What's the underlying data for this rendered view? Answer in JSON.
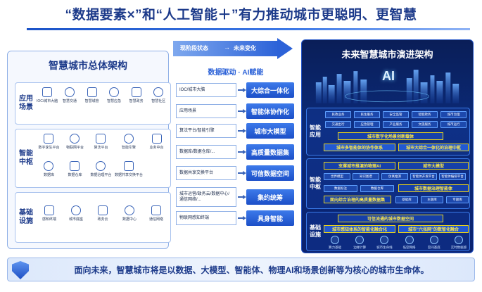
{
  "title": "“数据要素×”和“人工智能＋”有力推动城市更聪明、更智慧",
  "left": {
    "title": "智慧城市总体架构",
    "layers": [
      {
        "label": "应用场景",
        "items": [
          "IOC/城市大脑",
          "智慧交通",
          "智慧城管",
          "智慧应急",
          "智慧政务",
          "智慧社区"
        ]
      },
      {
        "label": "智能中枢",
        "items": [
          "数字孪生平台",
          "物联网平台",
          "算法平台",
          "智能引擎",
          "业务中台",
          "数据库",
          "数据仓库",
          "数据治理平台",
          "数据共享交换平台"
        ]
      },
      {
        "label": "基础设施",
        "items": [
          "感知终端",
          "城市底座",
          "政务云",
          "数据中心",
          "通信网络"
        ]
      }
    ]
  },
  "banner": {
    "from": "现阶段状态",
    "arrow": "→",
    "to": "未来变化"
  },
  "subtitle": "数据驱动 · AI赋能",
  "mapping": [
    {
      "from": "IOC/城市大脑",
      "to": "大综合一体化"
    },
    {
      "from": "应用场景",
      "to": "智能体协作化"
    },
    {
      "from": "算法平台/智能引擎",
      "to": "城市大模型"
    },
    {
      "from": "数据库/数据仓库/...",
      "to": "高质量数据集"
    },
    {
      "from": "数据共享交换平台",
      "to": "可信数据空间"
    },
    {
      "from": "城市运营/政务云/数据中心/通信网络/...",
      "to": "集约统筹"
    },
    {
      "from": "物联网感知终端",
      "to": "具身智能"
    }
  ],
  "right": {
    "title": "未来智慧城市演进架构",
    "ai": "AI",
    "app": {
      "label": "智能应用",
      "chips": [
        "民政业务",
        "民生服务",
        "安全监管",
        "智能政务",
        "城市治理",
        "交通出行",
        "应急管理",
        "产业服务",
        "文旅服务",
        "城市运行"
      ],
      "bar1": "城市数字化场景创新载体",
      "bar2a": "城市多智能体的协作体系",
      "bar2b": "城市大综合一体化的治理中枢"
    },
    "hub": {
      "label": "智能中枢",
      "bar1a": "支撑城市推演的物理AI",
      "bar1b": "城市大模型",
      "chips1": [
        "世界模型",
        "知识图谱",
        "仿真推演",
        "智能体开发平台",
        "智能体编排平台"
      ],
      "chips2": [
        "数据标注",
        "数据仓库"
      ],
      "bar2": "城市数据治理智能体",
      "bar3": "面向综合治理的高质量数据集",
      "chips3": [
        "基础库",
        "主题库",
        "专题库"
      ]
    },
    "base": {
      "label": "基础设施",
      "bar1": "可信流通的城市数据空间",
      "bar2a": "城市感知体系的智能化融合化",
      "bar2b": "城市“六张网”的数智化融合",
      "icons": [
        "算力基础",
        "边缘计算",
        "城市生命线",
        "低空网络",
        "空间基底",
        "实时数据感"
      ]
    }
  },
  "bottom": "面向未来，智慧城市将是以数据、大模型、智能体、物理AI和场景创新等为核心的城市生命体。",
  "colors": {
    "primary": "#1c3a8a",
    "accent": "#2c62d8",
    "dark_panel": "#0a1e58",
    "highlight": "#e8d21a"
  }
}
